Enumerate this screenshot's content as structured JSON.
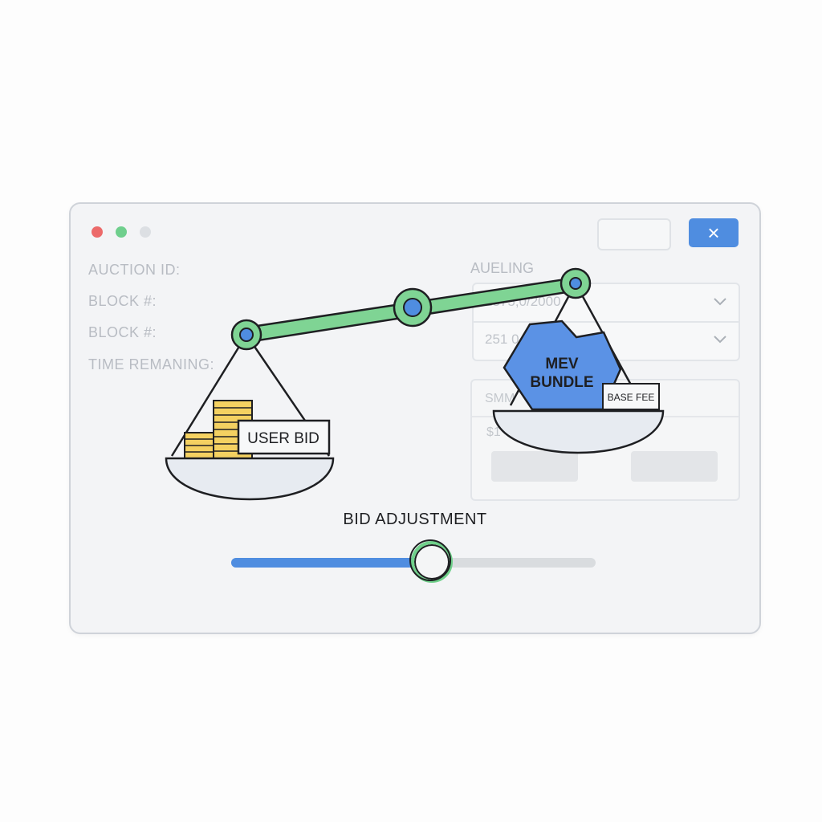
{
  "window": {
    "close_icon": "×",
    "labels": {
      "auction_id": "AUCTION ID:",
      "block_1": "BLOCK #:",
      "block_2": "BLOCK #:",
      "time_remaining": "TIME REMANING:",
      "right_header": "AUELING"
    },
    "dropdowns": [
      {
        "value": "2575,0/2000"
      },
      {
        "value": "251 0"
      }
    ],
    "panel": {
      "row1": "SMM",
      "row2": "$1"
    }
  },
  "scale": {
    "left_pan_label": "USER BID",
    "right_pan_label": "MEV BUNDLE",
    "right_pan_line1": "MEV",
    "right_pan_line2": "BUNDLE",
    "fee_tag": "BASE FEE",
    "colors": {
      "beam": "#7fd494",
      "joint_inner": "#4f8de0",
      "coins": "#f4d161",
      "mev": "#5b92e5"
    }
  },
  "slider": {
    "title": "BID ADJUSTMENT",
    "value_fraction": 0.55
  }
}
